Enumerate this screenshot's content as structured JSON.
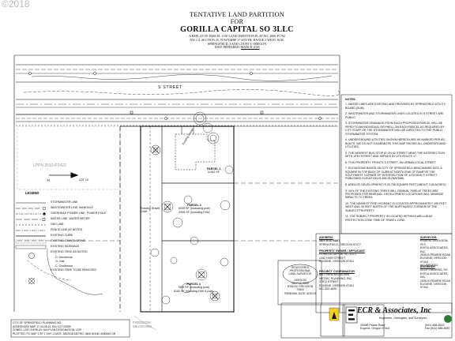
{
  "watermark": "©2018",
  "title": {
    "line1": "TENTATIVE LAND PARTITION",
    "line2": "FOR",
    "line3": "GORILLA CAPITAL SO 3LLC",
    "sub1": "A REPLAT OF PARCEL 1 OF LAND PARTITION PLAT NO. 2006-P1782",
    "sub2": "NW 1/4, SECTION 25, TOWNSHIP 17 SOUTH, RANGE 3 WEST, W.M.",
    "sub3": "SPRINGFIELD, LANE COUNTY, OREGON",
    "sub4_prefix": "DATE PREPARED: ",
    "sub4_date": "MARCH 2018"
  },
  "map": {
    "street_label": "S STREET",
    "north_label": "N",
    "lppn_label": "LPPN 2010-P2422",
    "lot_label": "LOT 19",
    "parcel1_label": "PARCEL 1",
    "parcel1_area": "6,942 SF",
    "parcel2_label": "PARCEL 2",
    "parcel2_area1": "6055 SF (excluding pole)",
    "parcel2_area2": "6395 SF (including D/W)",
    "parcel3_label": "PARCEL 3",
    "parcel3_area1": "7895 SF (excluding pole)",
    "parcel3_area2": "8182 SF (including D/W & pole)",
    "existing_house": "Existing House",
    "pole_label": "Existing Gravel Drive",
    "sign_label": "FREEDOM MEADOWS"
  },
  "notes_header": "NOTES:",
  "notes": [
    "1. WATER LINES ARE EXISTING AND PROVIDED BY SPRINGFIELD UTILITY BOARD (SUB).",
    "2. WASTEWATER AND STORMWATER LINES LOCATED IN S STREET ARE PUBLIC.",
    "3. STORMWATER DRAINAGE FROM EACH PROPOSED PARCEL WILL BE PIPED TO AN INDIVIDUAL DRYWELL ON EACH PARCEL AS REQUIRED BY CITY STAFF OR THE STORMWATER WILL BE DIRECTED TO THE PUBLIC STORMWATER SYSTEM.",
    "4. UNDERGROUND UTILITIES SHOWN HEREON ARE AS MARKED PER AS-BUILTS. WE DO NOT GUARANTEE THIS MAP SHOWS ALL UNDERGROUND UTILITIES.",
    "5. THE NEAREST BUS STOP IS ON 42 STREET NEAR THE INTERSECTION WITH 19TH STREET AND SERVED BY LTD ROUTE 17.",
    "6. THIS PROPERTY FRONTS S STREET, AN URBAN LOCAL STREET.",
    "7. ELEVATIONS BASED ON CITY OF SPRINGFIELD BENCHMARK 6203, A SQUARE IN TOP BACK OF CURB AT NORTH END OF RAMP AT THE SOUTHWEST CORNER OF INTERSECTION OF 14TH AND R STREET. PUBLISHED ELEVATION IS 459.33 (NAVD88).",
    "8. AREA OF DEVELOPMENT IS 20,708 SQUARE FEET (ABOUT 0.48 ACRES).",
    "9. 15% OF THE EXISTING TREES WILL REMAIN. TWELVE TREES ARE PROPOSED FOR REMOVAL. DEVELOPMENT LOCATIONS WILL MINIMIZE IMPACTS TO TREES.",
    "10. THE NEAREST FIRE HYDRANT IS LOCATED APPROXIMATELY 195 FEET WEST AND 30 FEET NORTH OF THE NORTHWEST CORNER OF THE SUBJECT PROPERTY.",
    "11. THE SUBJECT PROPERTY IS LOCATED WITHIN A WELLHEAD PROTECTION ZONE TIME OF TRAVEL ZONE."
  ],
  "legend": {
    "title": "LEGEND",
    "items": [
      "STORMWATER LINE",
      "WASTEWATER LINE, MANHOLE",
      "OVERHEAD POWER LINE, POWER POLE",
      "WATER LINE, WATER METER",
      "GAS LINE",
      "FENCE LINE AS NOTED",
      "EXISTING CURB",
      "EXISTING GRAVEL DRIVE",
      "EXISTING SIDEWALK",
      "EXISTING TREE AS NOTED",
      "D: Deciduous",
      "O: Oak",
      "C: Coniferous",
      "EXISTING TREE TO BE REMOVED"
    ]
  },
  "bottom_left": [
    "CITY OF SPRINGFIELD PLANNING NO.",
    "ASSESSORS MAP 17-03-25-21 TAX LOT 03900",
    "ZONED: LDR    OVERLAY: N/A    PLAN DESIGNATION: LDR",
    "PLOTTED: PC MAP 1 SP 1 SHT 1    DATE: 3/8/2018    METRIC 3600 BOND 4050000 ON"
  ],
  "address": {
    "header": "ADDRESS",
    "lines": [
      "1570 S STREET",
      "SPRINGFIELD, OREGON 97477"
    ]
  },
  "surveyor": {
    "header": "SURVEYOR:",
    "lines": [
      "RYAN M. ERICKSON, PLS",
      "EGR & ASSOCIATES, INC.",
      "2535-B PRAIRIE ROAD",
      "EUGENE, OREGON 97402",
      "541-688-8322"
    ]
  },
  "owner": {
    "header": "PROPERTY OWNER / APPLICANT",
    "lines": [
      "GORILLA CAPITAL SO 3 LLC",
      "1342 HIGH STREET",
      "EUGENE, OREGON 97401"
    ]
  },
  "coordinator": {
    "header": "PROJECT COORDINATOR",
    "lines": [
      "MATTHEW MCKEOWN",
      "METRIC PLANNING, INC.",
      "378 Q STREET",
      "EUGENE, OREGON 97401",
      "541-302-9830"
    ]
  },
  "engineer": {
    "header": "ENGINEER",
    "lines": [
      "SCOTT MORRIS, P.E.",
      "EGR & ASSOCIATES, INC.",
      "2535-B PRAIRIE ROAD",
      "EUGENE, OREGON 97402"
    ]
  },
  "stamp": {
    "line1": "REGISTERED",
    "line2": "PROFESSIONAL",
    "line3": "LAND SURVEYOR",
    "line4": "OREGON",
    "line5": "JULY 12, 2005",
    "line6": "RYAN M. ERICKSON",
    "line7": "70800",
    "renew": "RENEWAL DATE: 6/30/19"
  },
  "company": {
    "logo": "ECR",
    "name": "ECR & Associates, Inc",
    "tagline": "Engineers, Geologists, and Surveyors",
    "address1": "2535B Prairie Road",
    "address2": "Eugene, Oregon 97402",
    "phone1": "(541) 688-8322",
    "phone2": "Fax (541) 688-8087"
  },
  "colors": {
    "line": "#111111",
    "grey": "#8c8c8c",
    "watermark": "#bfbfbf",
    "logo_yellow": "#f2d21b",
    "logo_green": "#2f7d32"
  }
}
